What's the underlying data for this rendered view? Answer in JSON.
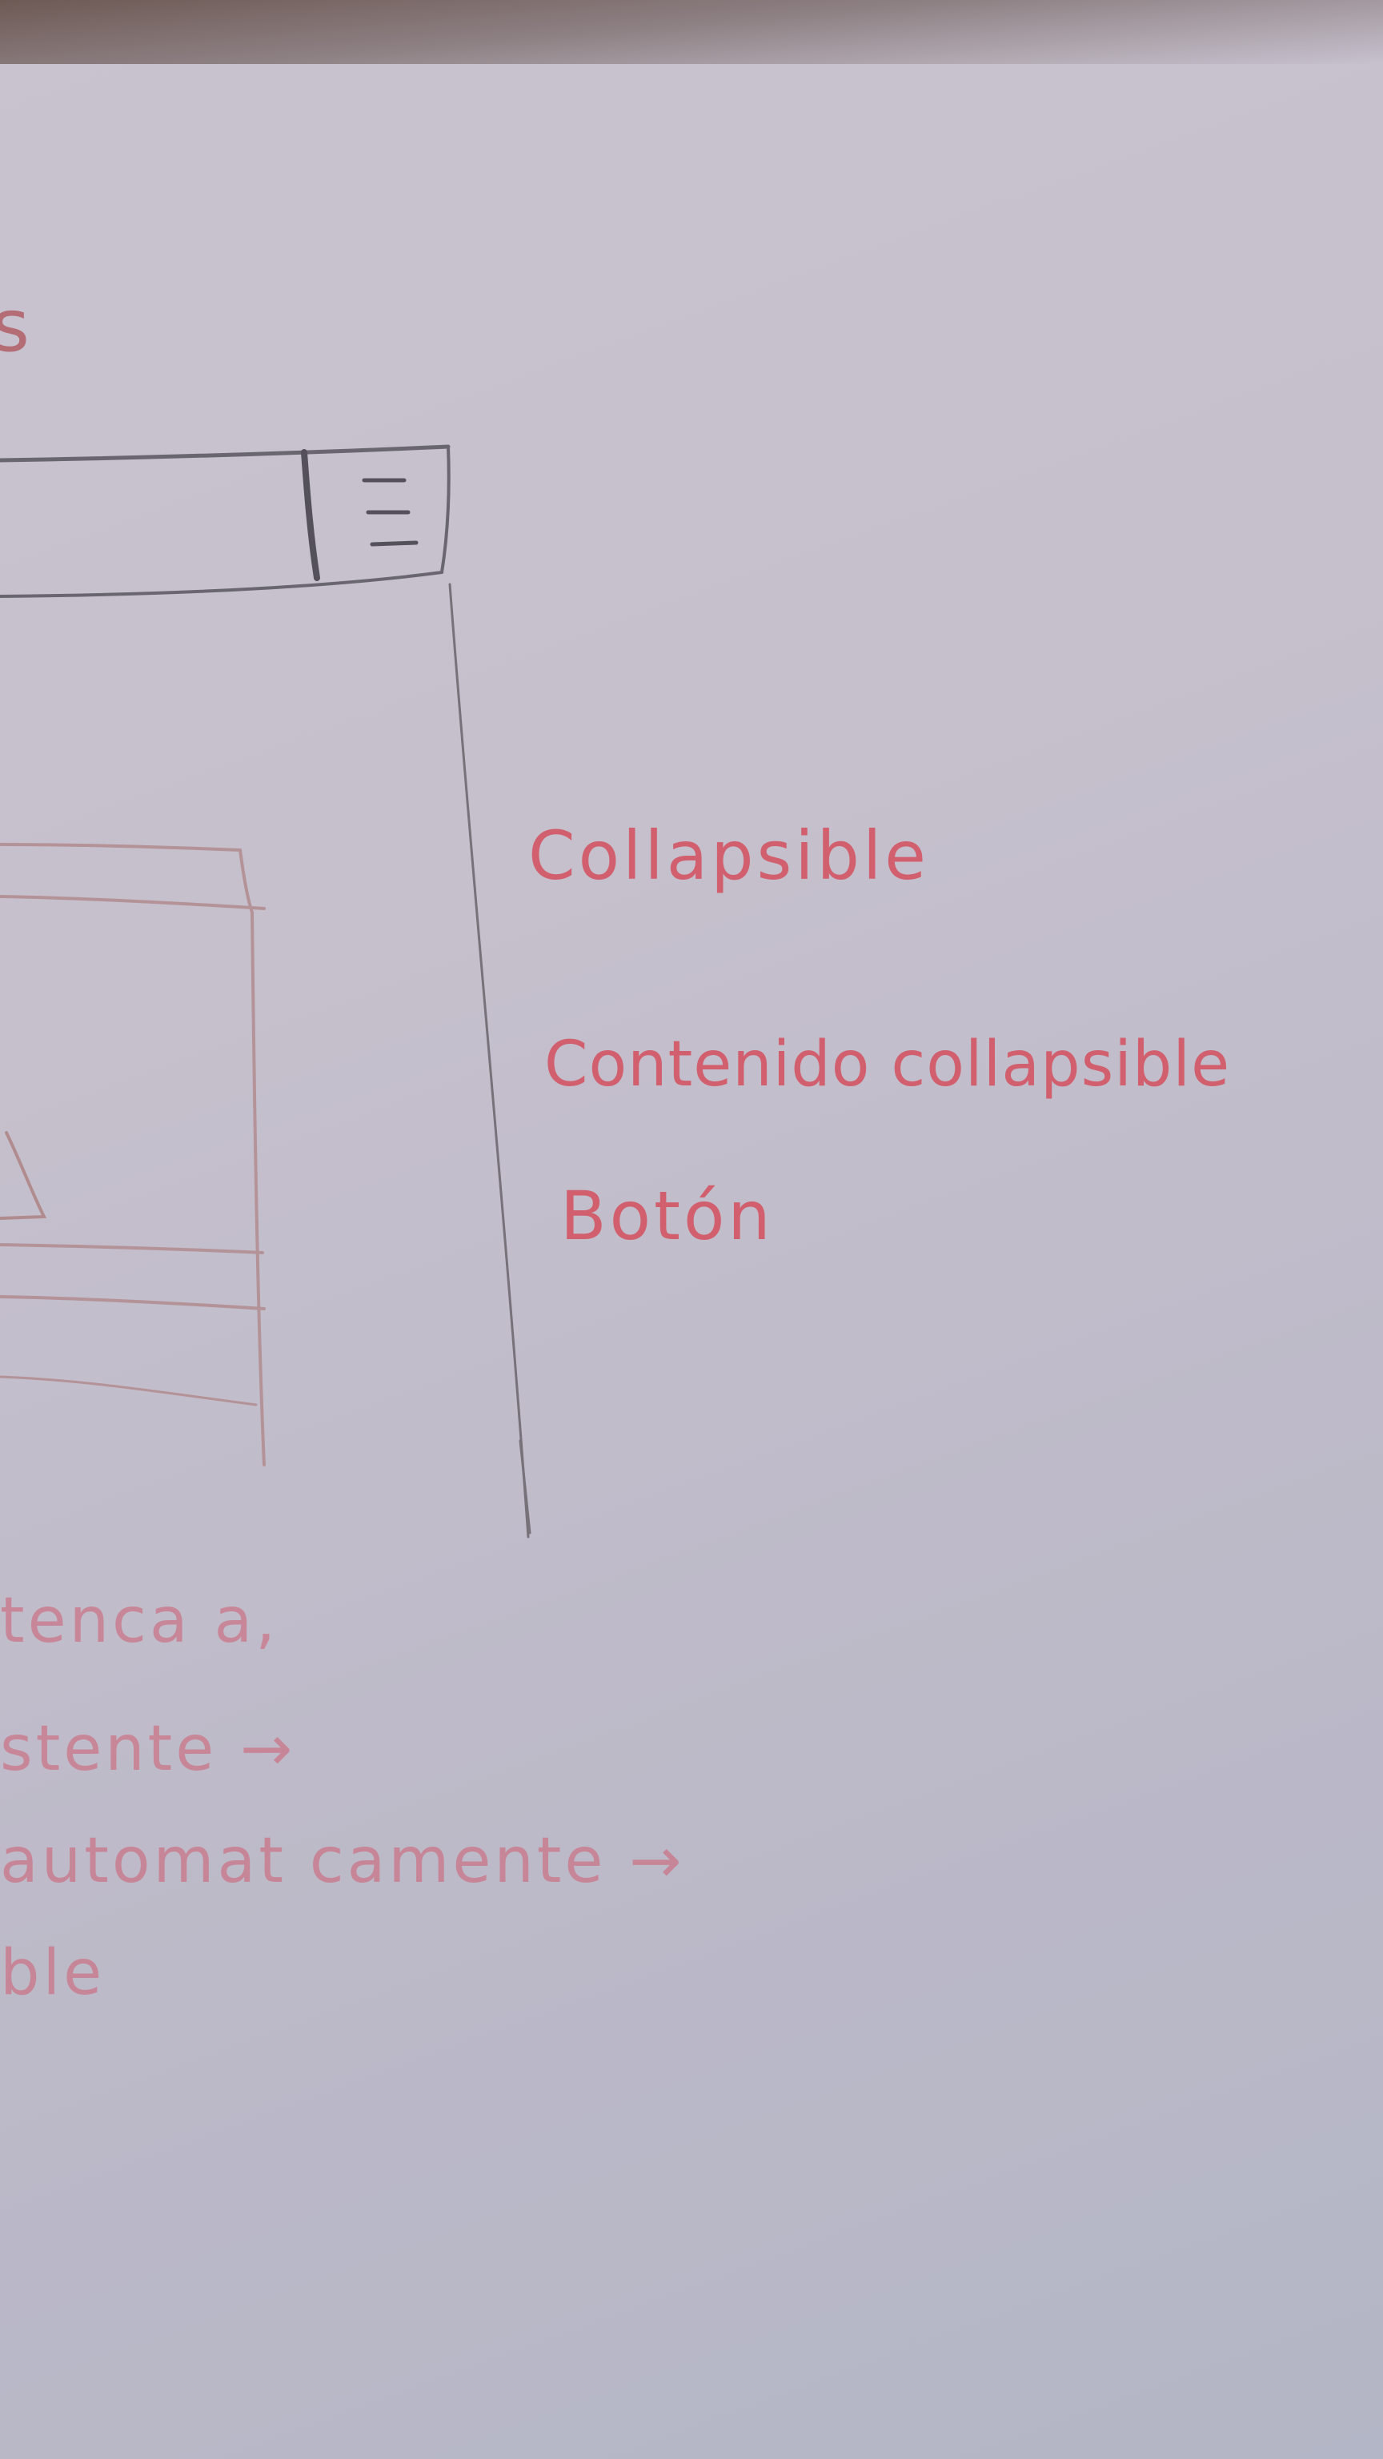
{
  "annotations": {
    "collapsible": "Collapsible",
    "contenido": "Contenido collapsible",
    "boton": "Botón"
  },
  "partial_notes": {
    "line1": "tenca a,",
    "line2": "stente →",
    "line3": "automat camente →",
    "line4": "ble",
    "stray": "s"
  },
  "icons": {
    "menu": "hamburger-icon"
  },
  "colors": {
    "paper": "#c6c0cd",
    "pencil": "#6f6a74",
    "red_ink": "#d25a68"
  }
}
